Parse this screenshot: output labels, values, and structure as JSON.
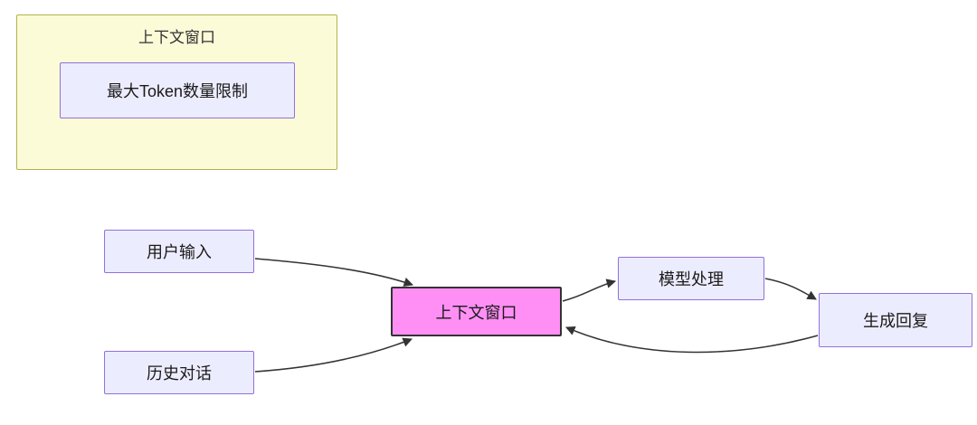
{
  "diagram": {
    "subgraph": {
      "title": "上下文窗口",
      "node": "最大Token数量限制"
    },
    "nodes": {
      "user_input": "用户输入",
      "history": "历史对话",
      "context_window": "上下文窗口",
      "model_processing": "模型处理",
      "generate_reply": "生成回复"
    },
    "edges": [
      {
        "from": "用户输入",
        "to": "上下文窗口"
      },
      {
        "from": "历史对话",
        "to": "上下文窗口"
      },
      {
        "from": "上下文窗口",
        "to": "模型处理"
      },
      {
        "from": "模型处理",
        "to": "生成回复"
      },
      {
        "from": "生成回复",
        "to": "上下文窗口"
      }
    ],
    "colors": {
      "background": "#ffffff",
      "subgraph_fill": "#fbfbd8",
      "subgraph_border": "#b2b24e",
      "node_fill": "#ececff",
      "node_border": "#9370db",
      "highlight_fill": "#ff8ff5",
      "highlight_border": "#333333",
      "edge": "#333333"
    }
  }
}
